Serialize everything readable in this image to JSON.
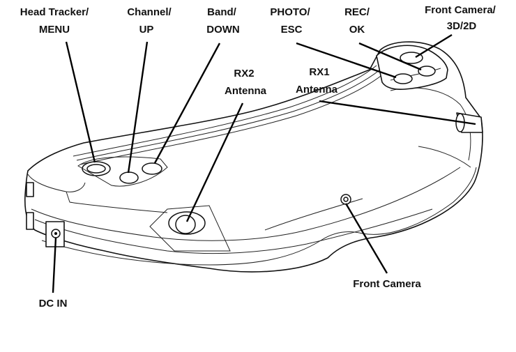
{
  "labels": {
    "head_tracker_line1": "Head Tracker/",
    "head_tracker_line2": "MENU",
    "channel_line1": "Channel/",
    "channel_line2": "UP",
    "band_line1": "Band/",
    "band_line2": "DOWN",
    "photo_line1": "PHOTO/",
    "photo_line2": "ESC",
    "rec_line1": "REC/",
    "rec_line2": "OK",
    "front_camera_mode_line1": "Front Camera/",
    "front_camera_mode_line2": "3D/2D",
    "rx2_line1": "RX2",
    "rx2_line2": "Antenna",
    "rx1_line1": "RX1",
    "rx1_line2": "Antenna",
    "front_camera": "Front Camera",
    "dc_in": "DC IN"
  }
}
